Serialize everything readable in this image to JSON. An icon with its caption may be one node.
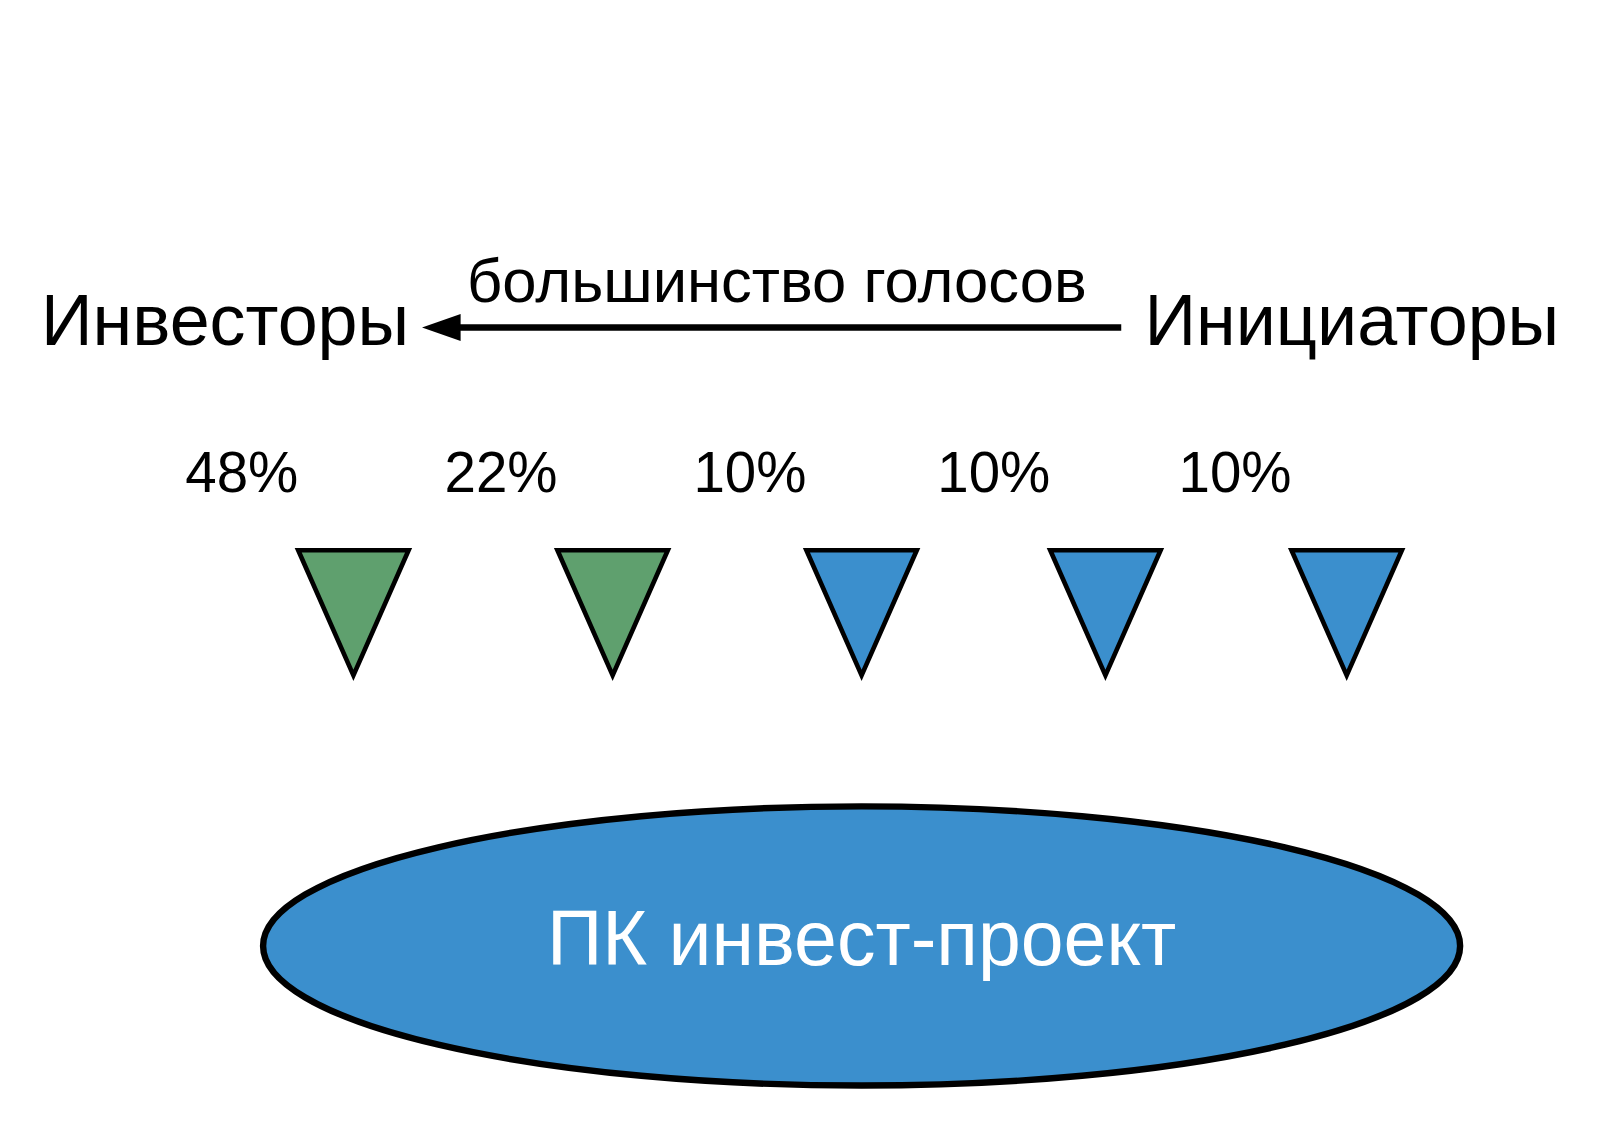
{
  "diagram": {
    "nodes": [
      {
        "text": [
          "Инвесторы"
        ]
      },
      {
        "text": [
          "Инициаторы"
        ]
      },
      {
        "text": [],
        "shape": "person",
        "beside": [
          "48%"
        ]
      },
      {
        "text": [],
        "shape": "person",
        "beside": [
          "22%"
        ]
      },
      {
        "text": [],
        "shape": "person",
        "beside": [
          "10%"
        ]
      },
      {
        "text": [],
        "shape": "person",
        "beside": [
          "10%"
        ]
      },
      {
        "text": [],
        "shape": "person",
        "beside": [
          "10%"
        ]
      },
      {
        "text": [
          "ПК инвест-проект"
        ]
      }
    ],
    "edges": [
      {
        "from": 1,
        "to": 0,
        "arrow": "to",
        "label": "большинство голосов"
      }
    ]
  }
}
